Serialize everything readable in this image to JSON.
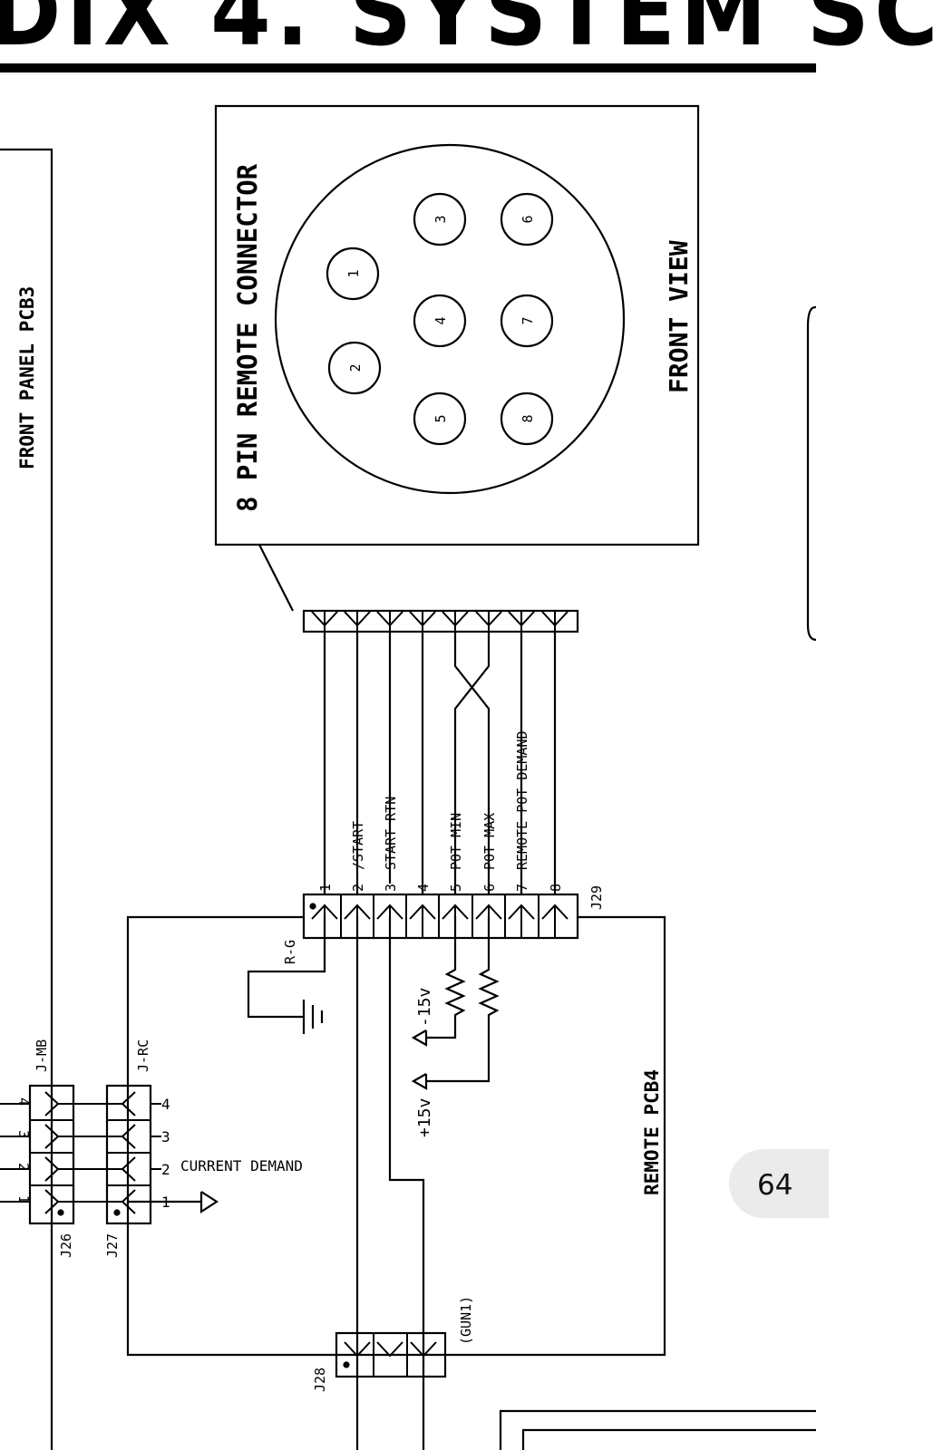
{
  "header": {
    "title_fragment": "DIX 4. SYSTEM SC"
  },
  "page_number": "64",
  "connector_box": {
    "title": "8 PIN REMOTE CONNECTOR",
    "view_label": "FRONT VIEW",
    "pins": [
      "1",
      "2",
      "3",
      "4",
      "5",
      "6",
      "7",
      "8"
    ]
  },
  "front_panel": {
    "label": "FRONT PANEL PCB3"
  },
  "remote_board": {
    "label": "REMOTE PCB4"
  },
  "connectors": {
    "j26": "J26",
    "j27": "J27",
    "j28": "J28",
    "j29": "J29",
    "jmb": "J-MB",
    "jrc": "J-RC",
    "gun": "(GUN1)"
  },
  "j29_pins": [
    {
      "num": "1",
      "signal": ""
    },
    {
      "num": "2",
      "signal": "/START"
    },
    {
      "num": "3",
      "signal": "START RTN"
    },
    {
      "num": "4",
      "signal": ""
    },
    {
      "num": "5",
      "signal": "POT MIN"
    },
    {
      "num": "6",
      "signal": "POT MAX"
    },
    {
      "num": "7",
      "signal": "REMOTE POT DEMAND"
    },
    {
      "num": "8",
      "signal": ""
    }
  ],
  "jmb_pins": [
    "1",
    "2",
    "3",
    "4"
  ],
  "jrc_pins": [
    "4",
    "3",
    "2",
    "1"
  ],
  "labels": {
    "current_demand": "CURRENT DEMAND",
    "rg": "R-G",
    "minus15": "-15v",
    "plus15": "+15v"
  }
}
